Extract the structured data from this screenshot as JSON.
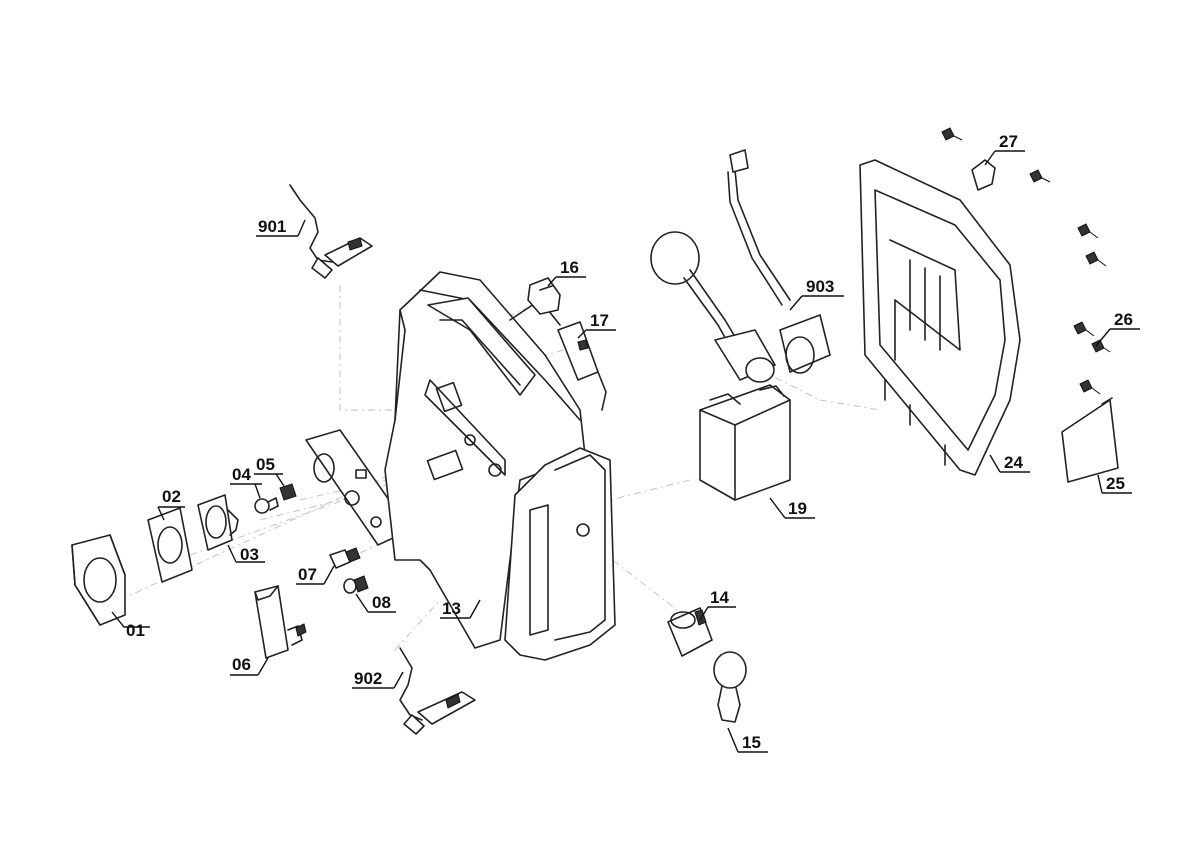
{
  "labels": {
    "p01": "01",
    "p02": "02",
    "p03": "03",
    "p04": "04",
    "p05": "05",
    "p06": "06",
    "p07": "07",
    "p08": "08",
    "p13": "13",
    "p14": "14",
    "p15": "15",
    "p16": "16",
    "p17": "17",
    "p19": "19",
    "p24": "24",
    "p25": "25",
    "p26": "26",
    "p27": "27",
    "p901": "901",
    "p902": "902",
    "p903": "903"
  }
}
